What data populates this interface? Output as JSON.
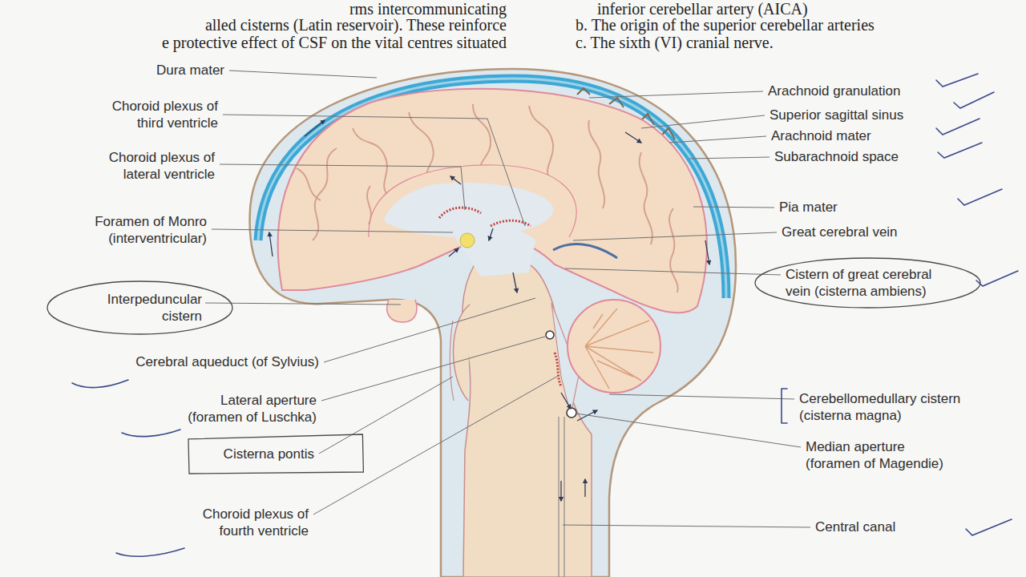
{
  "diagram": {
    "nodes": [
      {
        "text": [
          "Interpeduncular cistern"
        ]
      },
      {
        "text": [
          "Cisterna pontis"
        ]
      },
      {
        "text": [
          "Cistern of great cerebral vein (cisterna ambiens)"
        ]
      }
    ],
    "labels": [
      "rms intercommunicating",
      "alled cisterns (Latin reservoir). These reinforce",
      "e protective effect of CSF on the vital centres situated",
      "inferior cerebellar artery (AICA)",
      "b. The origin of the superior cerebellar arteries",
      "c. The sixth (VI) cranial nerve.",
      "Dura mater",
      "Choroid plexus of third ventricle",
      "Choroid plexus of lateral ventricle",
      "Foramen of Monro (interventricular)",
      "Cerebral aqueduct (of Sylvius)",
      "Lateral aperture (foramen of Luschka)",
      "Choroid plexus of fourth ventricle",
      "Arachnoid granulation",
      "Superior sagittal sinus",
      "Arachnoid mater",
      "Subarachnoid space",
      "Pia mater",
      "Great cerebral vein",
      "Cerebellomedullary cistern (cisterna magna)",
      "Median aperture (foramen of Magendie)",
      "Central canal"
    ]
  }
}
